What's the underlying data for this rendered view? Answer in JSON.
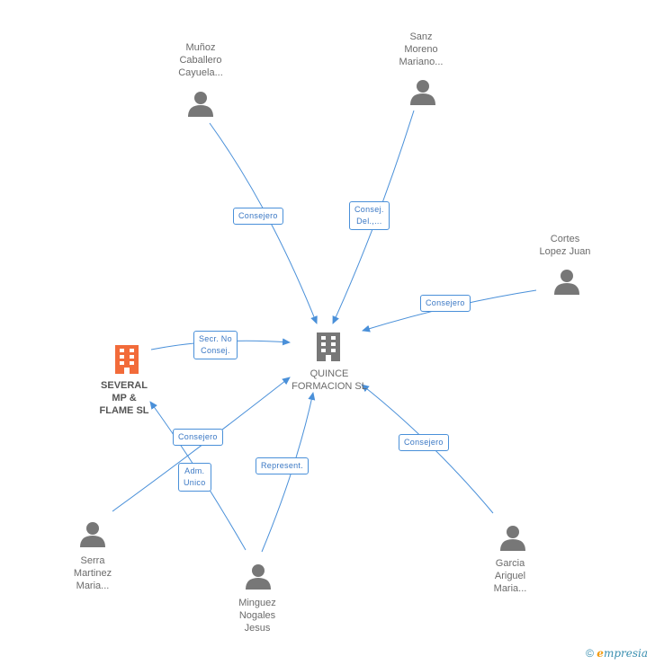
{
  "nodes": {
    "munoz": {
      "lines": [
        "Muñoz",
        "Caballero",
        "Cayuela..."
      ]
    },
    "sanz": {
      "lines": [
        "Sanz",
        "Moreno",
        "Mariano..."
      ]
    },
    "cortes": {
      "lines": [
        "Cortes",
        "Lopez Juan"
      ]
    },
    "quince": {
      "lines": [
        "QUINCE",
        "FORMACION SL"
      ]
    },
    "several": {
      "lines": [
        "SEVERAL",
        "MP &",
        "FLAME SL"
      ]
    },
    "serra": {
      "lines": [
        "Serra",
        "Martinez",
        "Maria..."
      ]
    },
    "minguez": {
      "lines": [
        "Minguez",
        "Nogales",
        "Jesus"
      ]
    },
    "garcia": {
      "lines": [
        "Garcia",
        "Ariguel",
        "Maria..."
      ]
    }
  },
  "edges": {
    "munoz_consejero": {
      "lines": [
        "Consejero"
      ]
    },
    "sanz_consej": {
      "lines": [
        "Consej.",
        "Del.,..."
      ]
    },
    "cortes_consejero": {
      "lines": [
        "Consejero"
      ]
    },
    "several_secr": {
      "lines": [
        "Secr.  No",
        "Consej."
      ]
    },
    "serra_consejero": {
      "lines": [
        "Consejero"
      ]
    },
    "serra_adm": {
      "lines": [
        "Adm.",
        "Unico"
      ]
    },
    "minguez_represent": {
      "lines": [
        "Represent."
      ]
    },
    "garcia_consejero": {
      "lines": [
        "Consejero"
      ]
    }
  },
  "colors": {
    "edge": "#4a90d9",
    "person_icon": "#777777",
    "company_icon": "#777777",
    "highlight_company_icon": "#f26b3a"
  },
  "footer": {
    "copyright": "©",
    "brand_initial": "e",
    "brand_rest": "mpresia"
  }
}
